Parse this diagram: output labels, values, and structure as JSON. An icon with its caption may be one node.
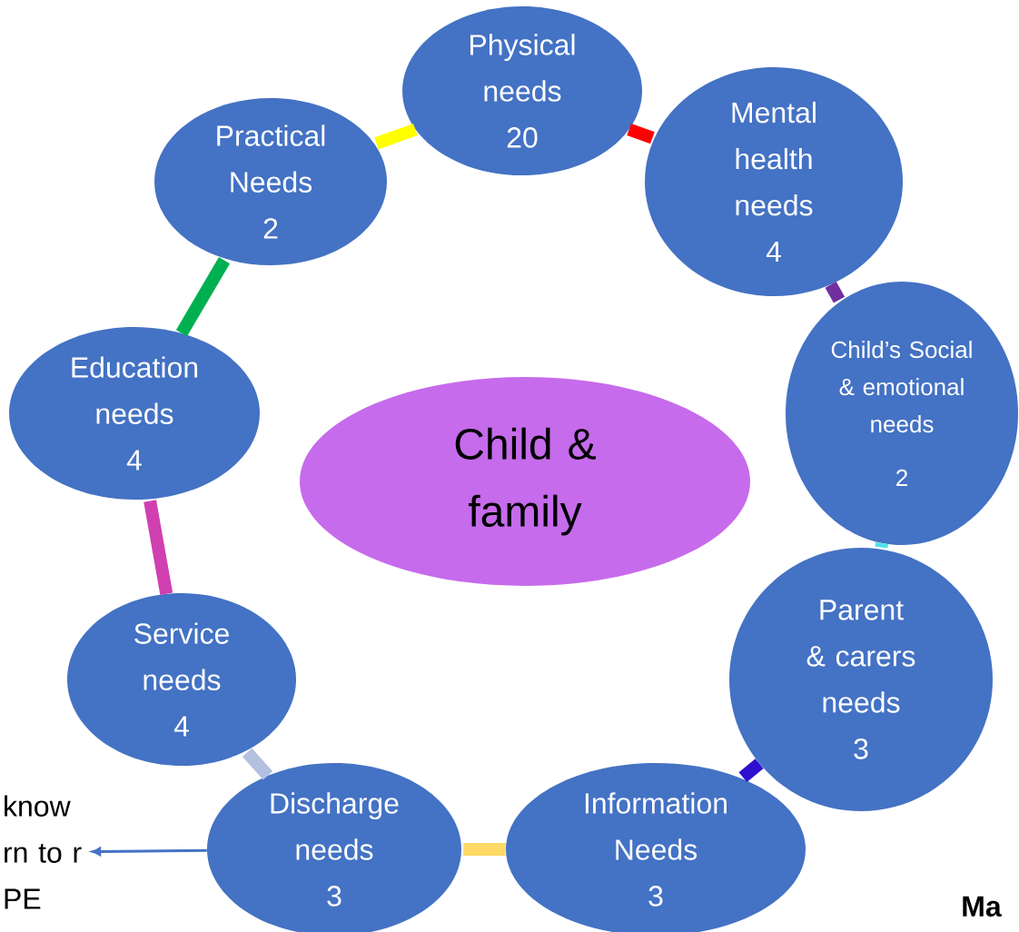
{
  "diagram": {
    "nodes": [
      {
        "text": [
          "Physical needs",
          "20"
        ]
      },
      {
        "text": [
          "Practical Needs",
          "2"
        ]
      },
      {
        "text": [
          "Mental health needs",
          "4"
        ]
      },
      {
        "text": [
          "Education needs",
          "4"
        ]
      },
      {
        "text": [
          "Child & family"
        ]
      },
      {
        "text": [
          "Child’s Social & emotional needs",
          "2"
        ]
      },
      {
        "text": [
          "Service needs",
          "4"
        ]
      },
      {
        "text": [
          "Parent & carers needs",
          "3"
        ]
      },
      {
        "text": [
          "know rn to r PE"
        ]
      },
      {
        "text": [
          "Discharge needs",
          "3"
        ]
      },
      {
        "text": [
          "Information Needs",
          "3"
        ]
      }
    ],
    "edges": [
      {
        "from": 0,
        "to": 1,
        "arrow": "none",
        "color": "#ffff00"
      },
      {
        "from": 0,
        "to": 2,
        "arrow": "none",
        "color": "#ff0000"
      },
      {
        "from": 2,
        "to": 5,
        "arrow": "none",
        "color": "#7030a0"
      },
      {
        "from": 5,
        "to": 7,
        "arrow": "none",
        "color": "#4fe0ea"
      },
      {
        "from": 7,
        "to": 10,
        "arrow": "none",
        "color": "#2e0fd0"
      },
      {
        "from": 10,
        "to": 9,
        "arrow": "none",
        "color": "#ffd966"
      },
      {
        "from": 9,
        "to": 6,
        "arrow": "none",
        "color": "#b4c0e0"
      },
      {
        "from": 6,
        "to": 3,
        "arrow": "none",
        "color": "#d040b0"
      },
      {
        "from": 3,
        "to": 1,
        "arrow": "none",
        "color": "#00b050"
      },
      {
        "from": 9,
        "to": 8,
        "arrow": "to",
        "color": "#4472c4"
      }
    ],
    "labels": [
      "**Ma**"
    ]
  }
}
